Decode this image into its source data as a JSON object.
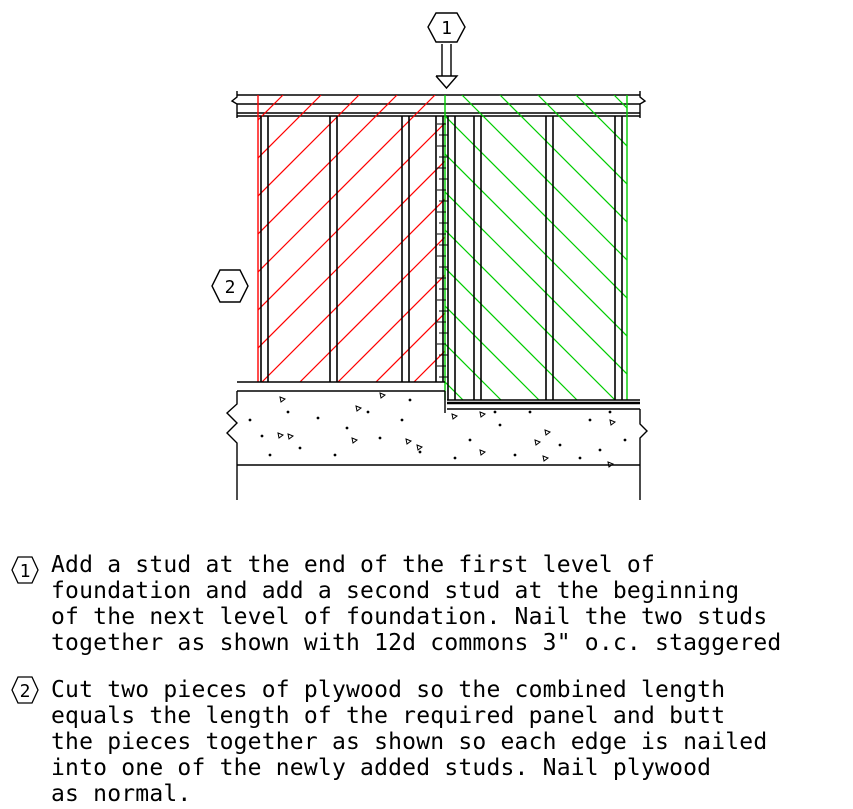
{
  "callouts": [
    {
      "id": "1",
      "label": "1"
    },
    {
      "id": "2",
      "label": "2"
    }
  ],
  "notes": [
    {
      "label": "1",
      "lines": [
        "Add a stud at the end of the first level of",
        "foundation and add a second stud at the beginning",
        "of the next level of foundation. Nail the two studs",
        "together as shown with 12d commons 3\" o.c. staggered"
      ]
    },
    {
      "label": "2",
      "lines": [
        "Cut two pieces of plywood so the combined length",
        "equals the length of the required panel and butt",
        "the pieces together as shown so each edge is nailed",
        "into one of the newly added studs. Nail plywood",
        "as normal."
      ]
    }
  ],
  "colors": {
    "line": "#000000",
    "panel_left_hatch": "#ff0000",
    "panel_right_hatch": "#00cc00"
  }
}
